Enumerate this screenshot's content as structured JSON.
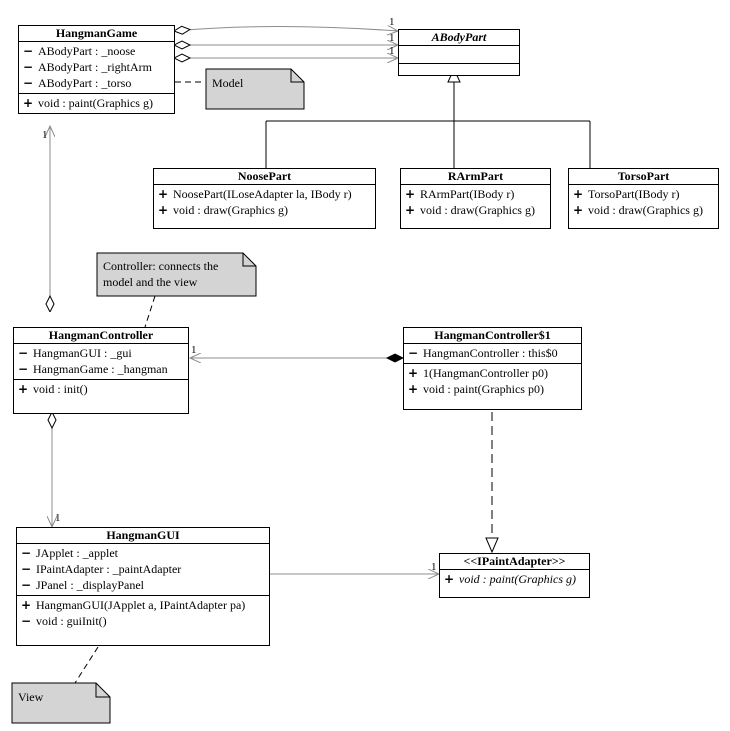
{
  "classes": {
    "hangman_game": {
      "name": "HangmanGame",
      "attributes": [
        {
          "vis": "−",
          "text": "ABodyPart : _noose"
        },
        {
          "vis": "−",
          "text": "ABodyPart : _rightArm"
        },
        {
          "vis": "−",
          "text": "ABodyPart : _torso"
        }
      ],
      "methods": [
        {
          "vis": "+",
          "text": "void : paint(Graphics g)"
        }
      ]
    },
    "abody_part": {
      "name": "ABodyPart"
    },
    "noose_part": {
      "name": "NoosePart",
      "methods": [
        {
          "vis": "+",
          "text": "NoosePart(ILoseAdapter la, IBody r)"
        },
        {
          "vis": "+",
          "text": "void : draw(Graphics g)"
        }
      ]
    },
    "rarm_part": {
      "name": "RArmPart",
      "methods": [
        {
          "vis": "+",
          "text": "RArmPart(IBody r)"
        },
        {
          "vis": "+",
          "text": "void : draw(Graphics g)"
        }
      ]
    },
    "torso_part": {
      "name": "TorsoPart",
      "methods": [
        {
          "vis": "+",
          "text": "TorsoPart(IBody r)"
        },
        {
          "vis": "+",
          "text": "void : draw(Graphics g)"
        }
      ]
    },
    "hangman_controller": {
      "name": "HangmanController",
      "attributes": [
        {
          "vis": "−",
          "text": "HangmanGUI : _gui"
        },
        {
          "vis": "−",
          "text": "HangmanGame : _hangman"
        }
      ],
      "methods": [
        {
          "vis": "+",
          "text": "void : init()"
        }
      ]
    },
    "hangman_controller_1": {
      "name": "HangmanController$1",
      "attributes": [
        {
          "vis": "−",
          "text": "HangmanController : this$0"
        }
      ],
      "methods": [
        {
          "vis": "+",
          "text": "1(HangmanController p0)"
        },
        {
          "vis": "+",
          "text": "void : paint(Graphics p0)"
        }
      ]
    },
    "hangman_gui": {
      "name": "HangmanGUI",
      "attributes": [
        {
          "vis": "−",
          "text": "JApplet : _applet"
        },
        {
          "vis": "−",
          "text": "IPaintAdapter : _paintAdapter"
        },
        {
          "vis": "−",
          "text": "JPanel : _displayPanel"
        }
      ],
      "methods": [
        {
          "vis": "+",
          "text": "HangmanGUI(JApplet a, IPaintAdapter pa)"
        },
        {
          "vis": "−",
          "text": "void : guiInit()"
        }
      ]
    },
    "ipaint_adapter": {
      "name": "<<IPaintAdapter>>",
      "methods": [
        {
          "vis": "+",
          "text": "void : paint(Graphics g)"
        }
      ]
    }
  },
  "notes": {
    "model": "Model",
    "controller_line1": "Controller: connects the",
    "controller_line2": "model and the view",
    "view": "View"
  },
  "multiplicities": {
    "game_noose": "1",
    "game_rightarm": "1",
    "game_torso": "1",
    "controller_game": "1",
    "controller_gui": "1",
    "controller1_controller": "1",
    "gui_adapter": "1"
  },
  "colors": {
    "line": "#000000",
    "association": "#8c8c8c",
    "note_fill": "#d4d4d4",
    "box_fill": "#ffffff"
  }
}
